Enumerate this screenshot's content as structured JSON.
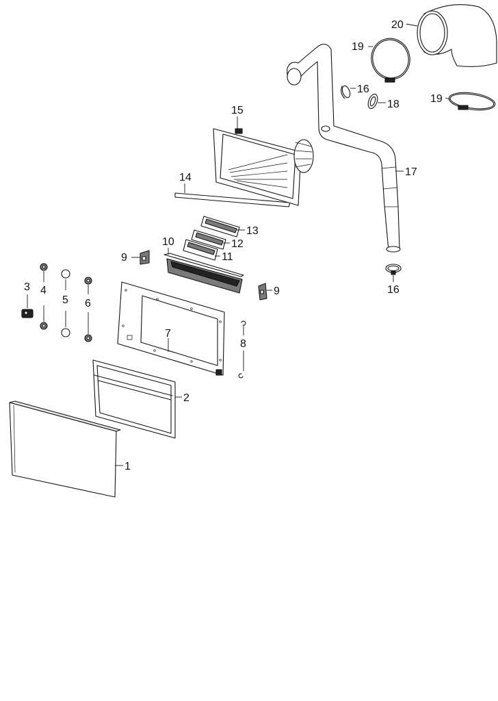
{
  "callouts": {
    "c1": "1",
    "c2": "2",
    "c3": "3",
    "c4": "4",
    "c5": "5",
    "c6": "6",
    "c7": "7",
    "c8": "8",
    "c9a": "9",
    "c9b": "9",
    "c10": "10",
    "c11": "11",
    "c12": "12",
    "c13": "13",
    "c14": "14",
    "c15": "15",
    "c16a": "16",
    "c16b": "16",
    "c17": "17",
    "c18": "18",
    "c19a": "19",
    "c19b": "19",
    "c20": "20"
  },
  "colors": {
    "line": "#111111",
    "fill_dark": "#222222",
    "fill_mid": "#7a7a7a",
    "fill_light": "#e6e6e6",
    "background": "#ffffff"
  }
}
